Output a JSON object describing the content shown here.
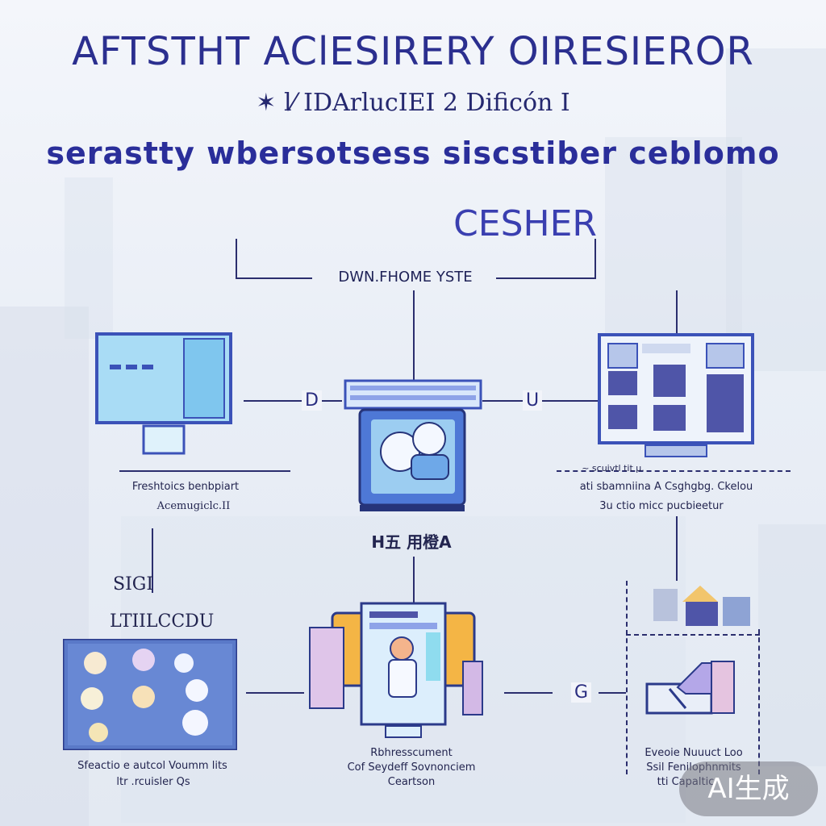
{
  "header": {
    "title_line1": "AFTSTHT AClESIRERY OIRESIEROR",
    "title_line2": "✶ l⁄ IDArlucIEI 2  Dificón I",
    "title_line3": "serastty wbersotsess siscstiber ceblomo",
    "title_line4": "CESHER",
    "bracket_label": "DWN.FHOME YSTE"
  },
  "nodes": {
    "top_left": {
      "label_line1": "Freshtoics benbpiart",
      "label_line2": "Acemugiclc.II"
    },
    "center": {
      "label": "H五 用橙A"
    },
    "top_right": {
      "label_line1": "~ scuivtl tit μ.",
      "label_line2": "ati sbamniina A Csghgbg. Ckelou",
      "label_line3": "3u ctio micc pucbieetur"
    },
    "left_side": {
      "label_line1": "SIGI",
      "label_line2": "LTIILCCDU"
    },
    "bottom_left": {
      "label_line1": "Sfeactio e autcol Voumm lits",
      "label_line2": "ltr .rcuisler Qs"
    },
    "bottom_center": {
      "label_line1": "Rbhresscument",
      "label_line2": "Cof Seydeff Sovnonciem",
      "label_line3": "Ceartson"
    },
    "bottom_right": {
      "label_line1": "Eveoie Nuuuct Loo",
      "label_line2": "Ssil Fenilophnmits",
      "label_line3": "tti Capaltic"
    }
  },
  "connectors": {
    "left": "D",
    "right": "U",
    "bottom": "G"
  },
  "badge": {
    "text": "AI生成"
  },
  "colors": {
    "accent": "#2b2f8f",
    "icon_blue": "#5b7fd6",
    "icon_light": "#a9dcf5",
    "icon_orange": "#f4b545"
  }
}
